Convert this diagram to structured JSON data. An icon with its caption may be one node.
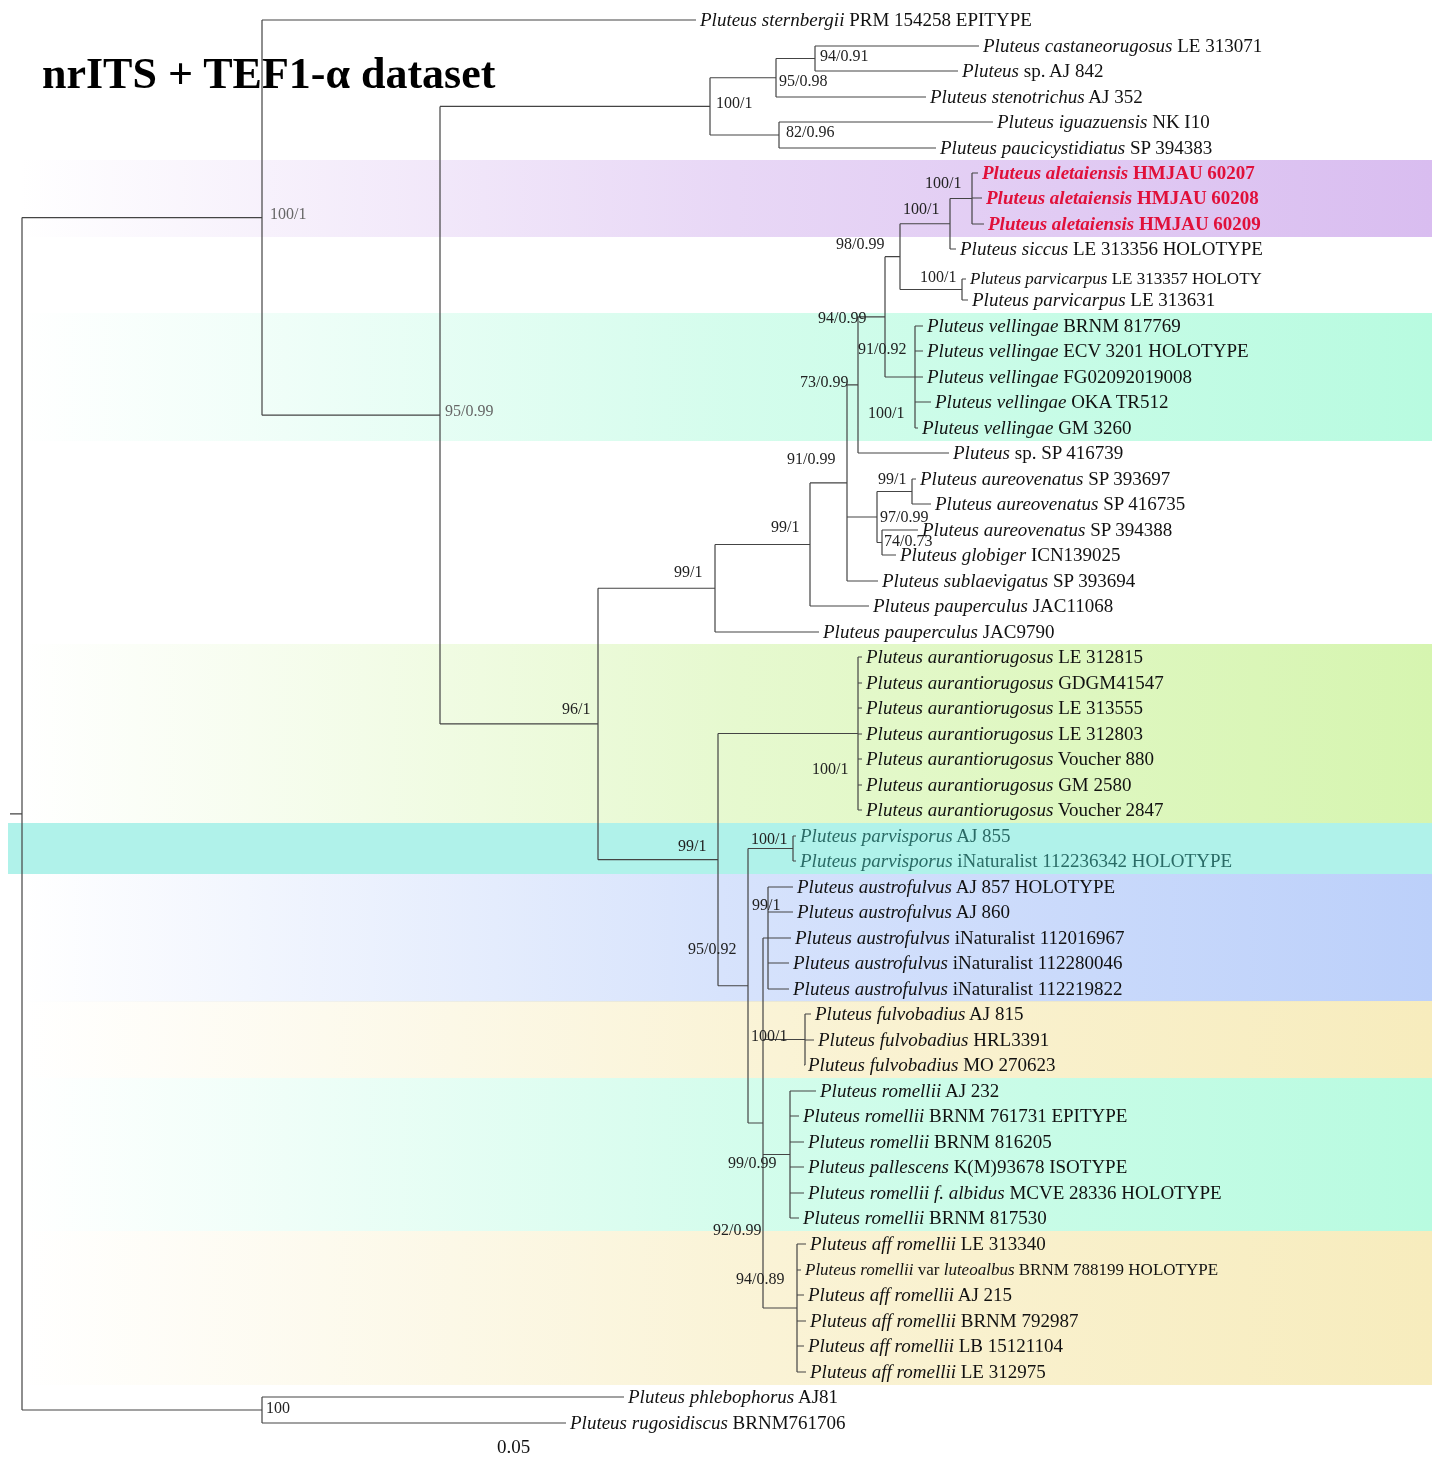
{
  "diagram": {
    "title": "nrITS + TEF1-α dataset",
    "labels": [
      "*Pluteus sternbergii* PRM 154258 EPITYPE",
      "*Pluteus castaneorugosus* LE 313071",
      "*Pluteus* sp. AJ 842",
      "*Pluteus stenotrichus* AJ 352",
      "*Pluteus iguazuensis* NK I10",
      "*Pluteus paucicystidiatus* SP 394383",
      "*Pluteus aletaiensis* HMJAU 60207",
      "*Pluteus aletaiensis* HMJAU 60208",
      "*Pluteus aletaiensis* HMJAU 60209",
      "*Pluteus siccus* LE 313356 HOLOTYPE",
      "*Pluteus parvicarpus* LE 313357 HOLOTY",
      "*Pluteus parvicarpus* LE 313631",
      "*Pluteus vellingae* BRNM 817769",
      "*Pluteus vellingae* ECV 3201 HOLOTYPE",
      "*Pluteus vellingae* FG02092019008",
      "*Pluteus vellingae* OKA TR512",
      "*Pluteus vellingae* GM 3260",
      "*Pluteus* sp. SP 416739",
      "*Pluteus aureovenatus* SP 393697",
      "*Pluteus aureovenatus* SP 416735",
      "*Pluteus aureovenatus* SP 394388",
      "*Pluteus globiger* ICN139025",
      "*Pluteus sublaevigatus* SP 393694",
      "*Pluteus pauperculus* JAC11068",
      "*Pluteus pauperculus* JAC9790",
      "*Pluteus aurantiorugosus* LE 312815",
      "*Pluteus aurantiorugosus* GDGM41547",
      "*Pluteus aurantiorugosus* LE 313555",
      "*Pluteus aurantiorugosus* LE 312803",
      "*Pluteus aurantiorugosus* Voucher 880",
      "*Pluteus aurantiorugosus* GM 2580",
      "*Pluteus aurantiorugosus* Voucher 2847",
      "*Pluteus parvisporus* AJ 855",
      "*Pluteus parvisporus* iNaturalist 112236342 HOLOTYPE",
      "*Pluteus austrofulvus* AJ 857 HOLOTYPE",
      "*Pluteus austrofulvus* AJ 860",
      "*Pluteus austrofulvus* iNaturalist 112016967",
      "*Pluteus austrofulvus* iNaturalist 112280046",
      "*Pluteus austrofulvus* iNaturalist 112219822",
      "*Pluteus fulvobadius* AJ 815",
      "*Pluteus fulvobadius* HRL3391",
      "*Pluteus fulvobadius* MO 270623",
      "*Pluteus romellii* AJ 232",
      "*Pluteus romellii* BRNM 761731 EPITYPE",
      "*Pluteus romellii* BRNM 816205",
      "*Pluteus pallescens* K(M)93678 ISOTYPE",
      "*Pluteus romellii f. albidus* MCVE 28336 HOLOTYPE",
      "*Pluteus romellii* BRNM 817530",
      "*Pluteus aff romellii* LE 313340",
      "*Pluteus romellii* var *luteoalbus* BRNM 788199 HOLOTYPE",
      "*Pluteus aff romellii* AJ 215",
      "*Pluteus aff romellii* BRNM 792987",
      "*Pluteus aff romellii* LB 15121104",
      "*Pluteus aff romellii* LE 312975",
      "*Pluteus phlebophorus* AJ81",
      "*Pluteus rugosidiscus* BRNM761706",
      "94/0.91",
      "95/0.98",
      "100/1",
      "82/0.96",
      "100/1",
      "100/1",
      "100/1",
      "98/0.99",
      "100/1",
      "94/0.99",
      "91/0.92",
      "73/0.99",
      "100/1",
      "95/0.99",
      "91/0.99",
      "99/1",
      "97/0.99",
      "99/1",
      "74/0.73",
      "99/1",
      "96/1",
      "100/1",
      "100/1",
      "99/1",
      "99/1",
      "95/0.92",
      "100/1",
      "99/0.99",
      "92/0.99",
      "94/0.89",
      "100",
      "0.05"
    ]
  }
}
